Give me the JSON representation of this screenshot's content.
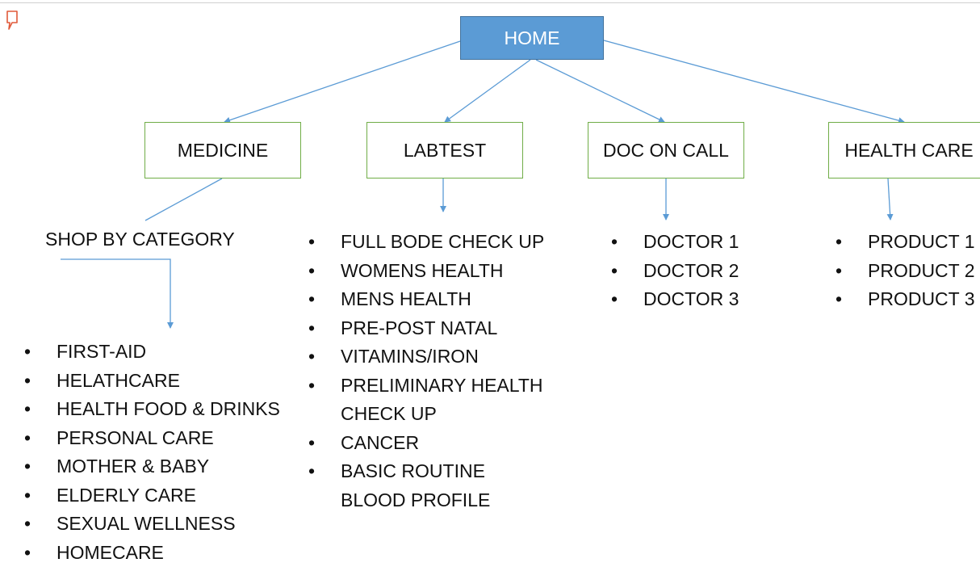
{
  "colors": {
    "root_fill": "#5b9bd5",
    "root_border": "#41719c",
    "child_border": "#70ad47",
    "connector": "#5b9bd5",
    "comment_icon": "#e05a3a"
  },
  "icons": {
    "comment": "comment-icon"
  },
  "root": {
    "label": "HOME"
  },
  "branches": [
    {
      "label": "MEDICINE",
      "sub_label": "SHOP BY CATEGORY",
      "items": [
        "FIRST-AID",
        "HELATHCARE",
        "HEALTH FOOD & DRINKS",
        "PERSONAL CARE",
        "MOTHER & BABY",
        "ELDERLY CARE",
        "SEXUAL WELLNESS",
        "HOMECARE"
      ]
    },
    {
      "label": "LABTEST",
      "items": [
        "FULL BODE CHECK UP",
        "WOMENS HEALTH",
        "MENS HEALTH",
        "PRE-POST NATAL",
        "VITAMINS/IRON",
        "PRELIMINARY HEALTH CHECK UP",
        "CANCER",
        "BASIC ROUTINE BLOOD PROFILE"
      ]
    },
    {
      "label": "DOC ON CALL",
      "items": [
        "DOCTOR 1",
        "DOCTOR 2",
        "DOCTOR 3"
      ]
    },
    {
      "label": "HEALTH CARE",
      "items": [
        "PRODUCT 1",
        "PRODUCT 2",
        "PRODUCT 3"
      ]
    }
  ]
}
